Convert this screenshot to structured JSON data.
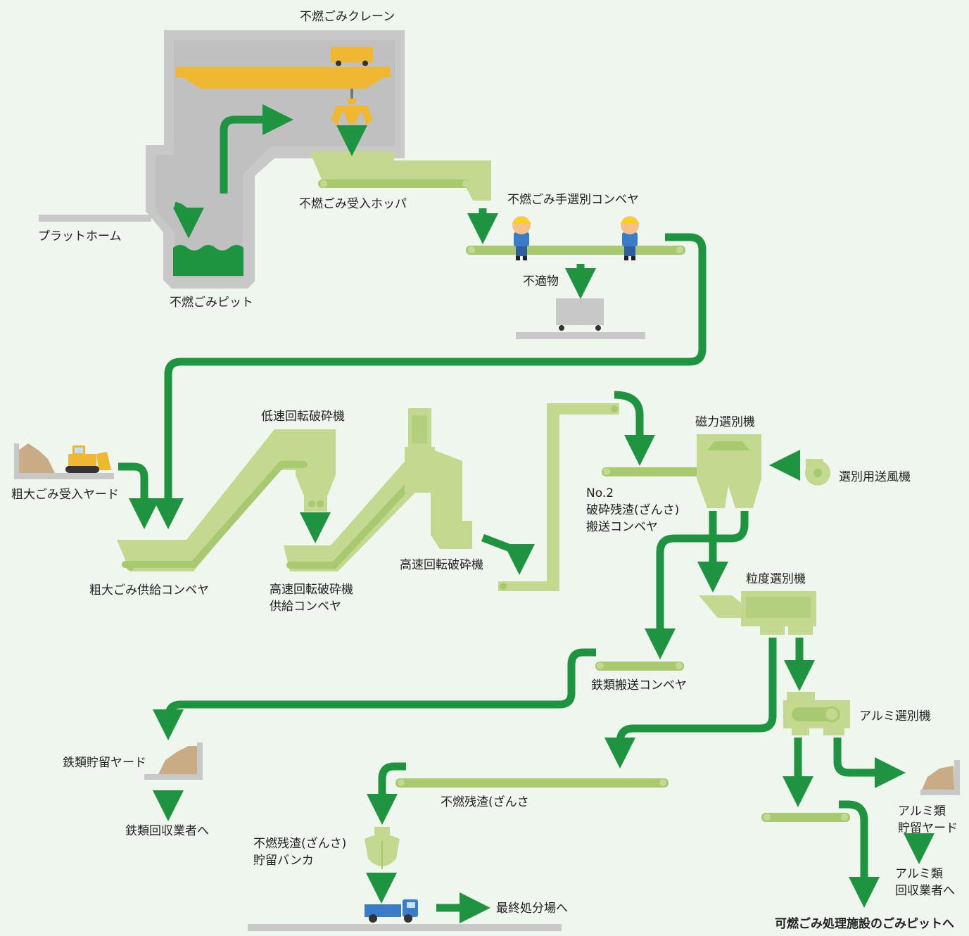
{
  "labels": {
    "crane": "不燃ごみクレーン",
    "hopper": "不燃ごみ受入ホッパ",
    "platform": "プラットホーム",
    "pit": "不燃ごみピット",
    "hand_sort": "不燃ごみ手選別コンベヤ",
    "unsuitable": "不適物",
    "bulky_yard": "粗大ごみ受入ヤード",
    "bulky_conveyor": "粗大ごみ供給コンベヤ",
    "low_speed_crusher": "低速回転破砕機",
    "high_speed_feed_1": "高速回転破砕機",
    "high_speed_feed_2": "供給コンベヤ",
    "high_speed_crusher": "高速回転破砕機",
    "magnetic_sep": "磁力選別機",
    "blower": "選別用送風機",
    "no2_line1": "No.2",
    "no2_line2": "破砕残渣(ざんさ)",
    "no2_line3": "搬送コンベヤ",
    "size_sep": "粒度選別機",
    "iron_conveyor": "鉄類搬送コンベヤ",
    "iron_yard": "鉄類貯留ヤード",
    "iron_recycler": "鉄類回収業者へ",
    "aluminum_sep": "アルミ選別機",
    "residue_conveyor": "不燃残渣(ざんさ",
    "bunker_line1": "不燃残渣(ざんさ)",
    "bunker_line2": "貯留バンカ",
    "landfill": "最終処分場へ",
    "al_yard_line1": "アルミ類",
    "al_yard_line2": "貯留ヤード",
    "al_recycler_line1": "アルミ類",
    "al_recycler_line2": "回収業者へ",
    "combustible_pit": "可燃ごみ処理施設のごみピットへ"
  },
  "colors": {
    "flow_arrow": "#1e9440",
    "equipment": "#c3d98f",
    "equipment_dark": "#a9c971",
    "building": "#c8c8c8",
    "crane": "#f0b830",
    "pit_fill": "#1e9440",
    "background": "#eef6ee"
  }
}
